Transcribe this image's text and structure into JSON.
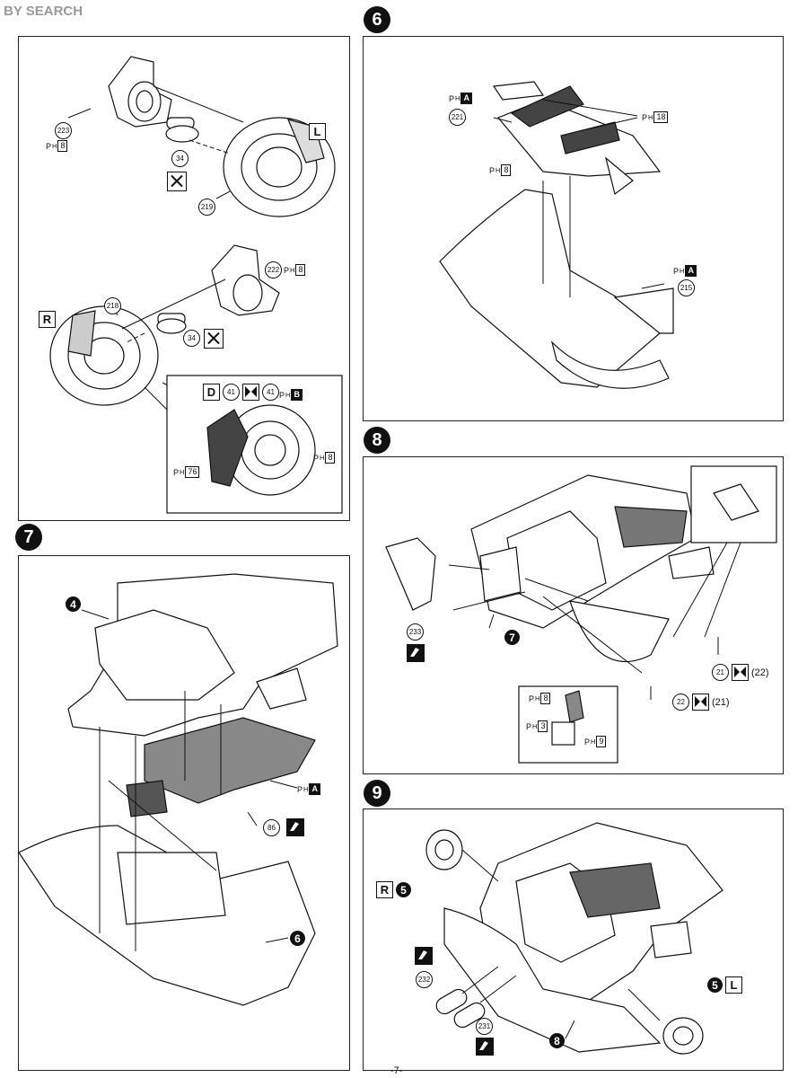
{
  "header": {
    "logo_highlight": "",
    "logo_text": "BY SEARCH",
    "watermark": ""
  },
  "page_number": "-7-",
  "steps": {
    "s6": "6",
    "s7": "7",
    "s8": "8",
    "s9": "9"
  },
  "panel_a": {
    "part_223": "223",
    "paint_223": "8",
    "part_34a": "34",
    "part_219": "219",
    "side_l": "L",
    "part_222": "222",
    "paint_222": "8",
    "part_218": "218",
    "side_r": "R",
    "part_34b": "34",
    "inset": {
      "d": "D",
      "p41a": "41",
      "p41b": "41",
      "paint_b": "B",
      "paint_76": "76",
      "paint_8": "8"
    }
  },
  "panel_6": {
    "paint_a1": "A",
    "part_221": "221",
    "paint_18": "18",
    "paint_8": "8",
    "paint_a2": "A",
    "part_215": "215"
  },
  "panel_7": {
    "ref_4": "4",
    "paint_a": "A",
    "part_86": "86",
    "ref_6": "6"
  },
  "panel_8": {
    "part_233": "233",
    "ref_7": "7",
    "p21": "21",
    "p22paren": "(22)",
    "p22": "22",
    "p21paren": "(21)",
    "shock_8": "8",
    "shock_3": "3",
    "shock_9": "9"
  },
  "panel_9": {
    "side_r": "R",
    "ref_5a": "5",
    "part_232": "232",
    "part_231": "231",
    "ref_8": "8",
    "ref_5b": "5",
    "side_l": "L"
  },
  "paint_prefix": "P",
  "paint_sub": "H"
}
